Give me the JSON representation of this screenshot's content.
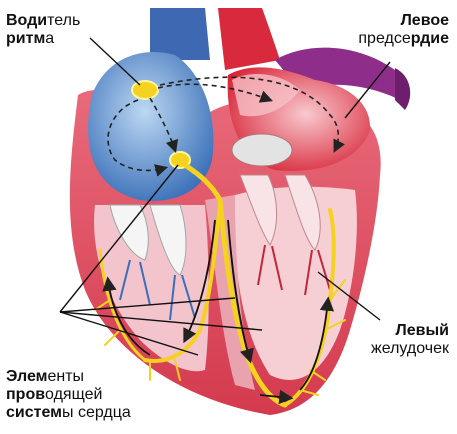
{
  "labels": {
    "pacemaker": {
      "line1_bold": "Води",
      "line1_rest": "тель",
      "line2_bold": "ритм",
      "line2_rest": "а"
    },
    "left_atrium": {
      "line1": "Левое",
      "line2_rest": "предсе",
      "line2_bold": "рдие"
    },
    "left_ventricle": {
      "line1": "Левый",
      "line2": "желудочек"
    },
    "conduction": {
      "line1_bold": "Элем",
      "line1_rest": "енты",
      "line2_bold": "пров",
      "line2_rest": "одящей",
      "line3_bold": "систем",
      "line3_rest": "ы сердца"
    }
  },
  "colors": {
    "right_heart_blue": "#4a7fc6",
    "light_blue": "#a9cdec",
    "left_heart_red": "#d9283a",
    "light_red": "#f3a7b3",
    "myocardium_pink": "#f4b8bf",
    "conduction_yellow": "#f4d21f",
    "aorta_purple": "#8f2e8a"
  }
}
